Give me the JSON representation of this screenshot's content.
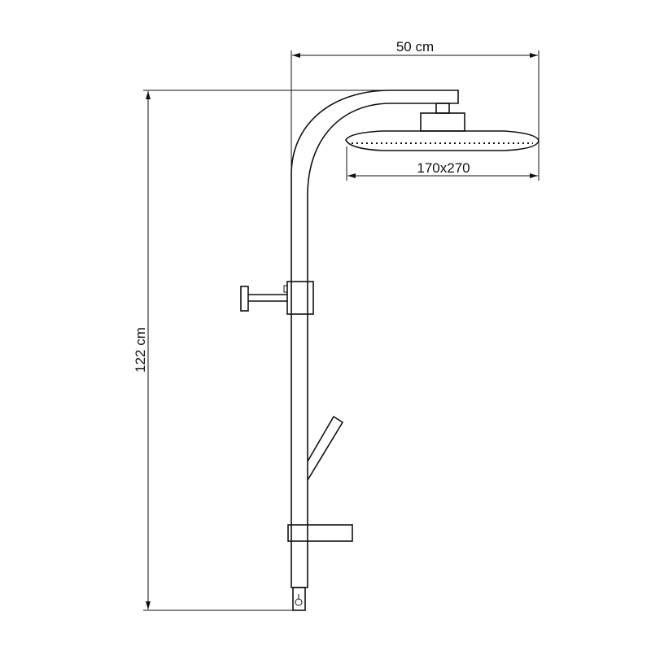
{
  "dimensions": {
    "width_label": "50 cm",
    "head_size_label": "170x270",
    "height_label": "122 cm"
  },
  "colors": {
    "line": "#111111",
    "background": "#ffffff"
  }
}
